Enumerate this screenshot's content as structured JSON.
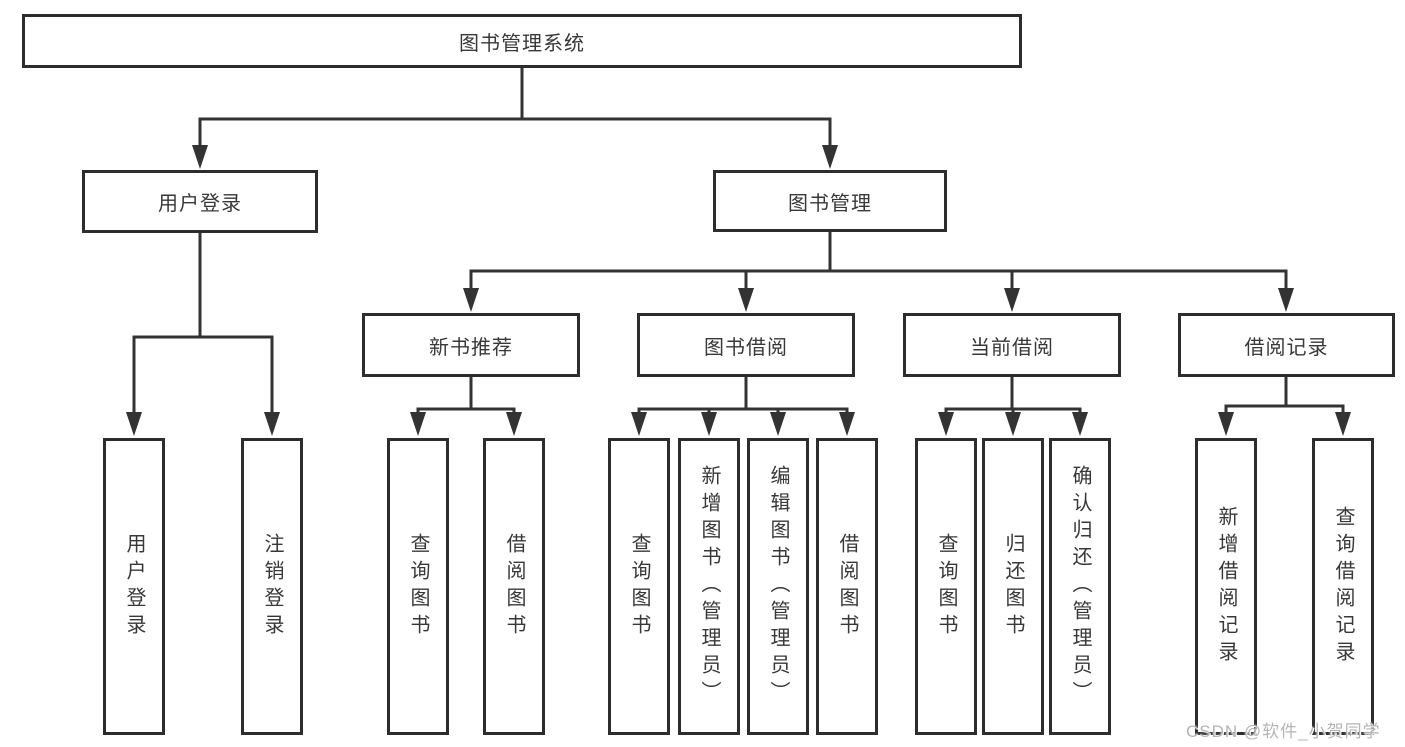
{
  "tree": {
    "label": "图书管理系统",
    "children": [
      {
        "label": "用户登录",
        "children": [
          {
            "label": "用户登录"
          },
          {
            "label": "注销登录"
          }
        ]
      },
      {
        "label": "图书管理",
        "children": [
          {
            "label": "新书推荐",
            "children": [
              {
                "label": "查询图书"
              },
              {
                "label": "借阅图书"
              }
            ]
          },
          {
            "label": "图书借阅",
            "children": [
              {
                "label": "查询图书"
              },
              {
                "label": "新增图书（管理员）"
              },
              {
                "label": "编辑图书（管理员）"
              },
              {
                "label": "借阅图书"
              }
            ]
          },
          {
            "label": "当前借阅",
            "children": [
              {
                "label": "查询图书"
              },
              {
                "label": "归还图书"
              },
              {
                "label": "确认归还（管理员）"
              }
            ]
          },
          {
            "label": "借阅记录",
            "children": [
              {
                "label": "新增借阅记录"
              },
              {
                "label": "查询借阅记录"
              }
            ]
          }
        ]
      }
    ]
  },
  "watermark": {
    "text": "CSDN @软件_小贺同学",
    "color": "#b5b5b5"
  },
  "colors": {
    "background": "#ffffff",
    "box_border": "#2d2d2d",
    "connector_line": "#333333",
    "text": "#383838"
  }
}
